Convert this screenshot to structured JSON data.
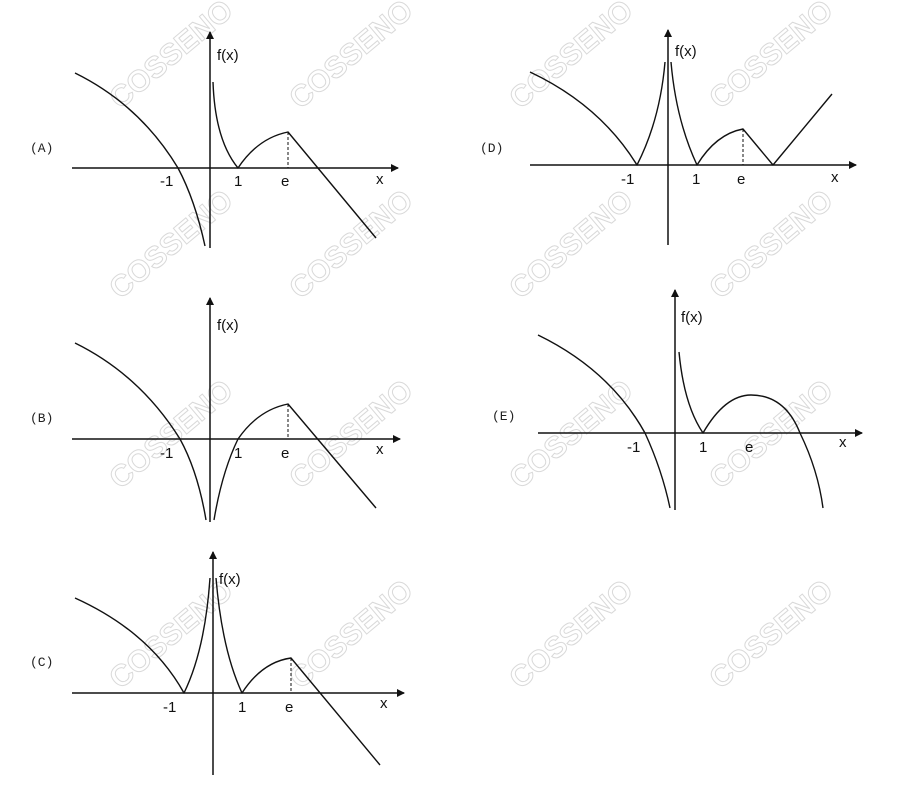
{
  "watermark": "COSSENO",
  "graphs": [
    {
      "id": "A",
      "label": "(A)",
      "func_label": "f(x)",
      "x_label": "x",
      "ticks": [
        "-1",
        "1",
        "e"
      ]
    },
    {
      "id": "B",
      "label": "(B)",
      "func_label": "f(x)",
      "x_label": "x",
      "ticks": [
        "-1",
        "1",
        "e"
      ]
    },
    {
      "id": "C",
      "label": "(C)",
      "func_label": "f(x)",
      "x_label": "x",
      "ticks": [
        "-1",
        "1",
        "e"
      ]
    },
    {
      "id": "D",
      "label": "(D)",
      "func_label": "f(x)",
      "x_label": "x",
      "ticks": [
        "-1",
        "1",
        "e"
      ]
    },
    {
      "id": "E",
      "label": "(E)",
      "func_label": "f(x)",
      "x_label": "x",
      "ticks": [
        "-1",
        "1",
        "e"
      ]
    }
  ]
}
